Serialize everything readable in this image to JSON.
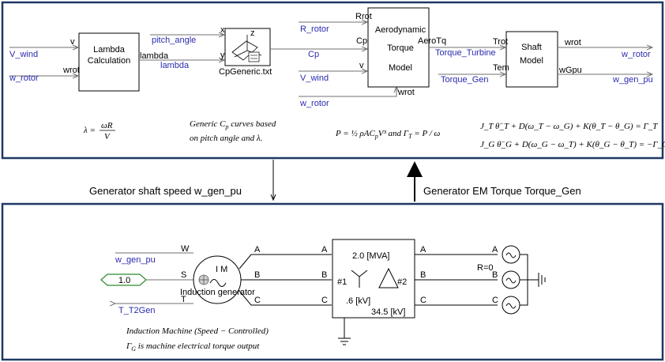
{
  "top": {
    "inputs": {
      "v_wind": "V_wind",
      "w_rotor": "w_rotor",
      "pitch_angle": "pitch_angle",
      "lambda": "lambda",
      "r_rotor": "R_rotor",
      "cp": "Cp",
      "v_wind2": "V_wind",
      "w_rotor2": "w_rotor",
      "torque_turbine": "Torque_Turbine",
      "torque_gen": "Torque_Gen"
    },
    "outputs": {
      "w_rotor": "w_rotor",
      "w_gen_pu": "w_gen_pu"
    },
    "lambda_block": {
      "title1": "Lambda",
      "title2": "Calculation",
      "port_v": "v",
      "port_wrot": "wrot",
      "port_out": "lambda"
    },
    "cp_block": {
      "port_x": "x",
      "port_y": "y",
      "port_z": "z",
      "name": "CpGeneric.txt"
    },
    "aero_block": {
      "title1": "Aerodynamic",
      "title2": "Torque",
      "title3": "Model",
      "port_rrot": "Rrot",
      "port_cp": "Cp",
      "port_v": "v",
      "port_wrot": "wrot",
      "port_out": "AeroTq"
    },
    "shaft_block": {
      "title1": "Shaft",
      "title2": "Model",
      "port_trot": "Trot",
      "port_tem": "Tem",
      "port_wrot": "wrot",
      "port_wgpu": "wGpu"
    },
    "equations": {
      "lambda_lhs": "λ =",
      "lambda_num": "ωR",
      "lambda_den": "V",
      "cp_note1": "Generic C",
      "cp_note1_sub": "p",
      "cp_note1_end": " curves based",
      "cp_note2": "on pitch angle and λ.",
      "power": "P = ½ ρAC",
      "power_sub": "p",
      "power_end": "V³  and  Γ",
      "power_sub2": "T",
      "power_eq": " = P / ω",
      "shaft1": "J_T θ̈_T + D(ω_T − ω_G) + K(θ_T − θ_G) = Γ_T",
      "shaft2": "J_G θ̈_G + D(ω_G − ω_T) + K(θ_G − θ_T) = −Γ_G"
    }
  },
  "middle": {
    "left_caption": "Generator shaft speed  w_gen_pu",
    "right_caption": "Generator EM Torque Torque_Gen"
  },
  "bottom": {
    "inputs": {
      "w_gen_pu": "w_gen_pu",
      "speed_const": "1.0",
      "t_t2gen": "T_T2Gen"
    },
    "machine": {
      "port_w": "W",
      "port_s": "S",
      "port_t": "T",
      "label1": "I M",
      "label2": "Induction generator"
    },
    "phases": [
      "A",
      "B",
      "C"
    ],
    "transformer": {
      "rating": "2.0 [MVA]",
      "w1": "#1",
      "w2": "#2",
      "v1": ".6 [kV]",
      "v2": "34.5 [kV]"
    },
    "source": {
      "r": "R=0"
    },
    "note1": "Induction Machine (Speed − Controlled)",
    "note2": "Γ",
    "note2_sub": "G",
    "note2_end": " is machine electrical torque output"
  },
  "colors": {
    "panel_border": "#1f3864",
    "signal": "#2a2ab0",
    "const_box": "#2e8b2e"
  }
}
